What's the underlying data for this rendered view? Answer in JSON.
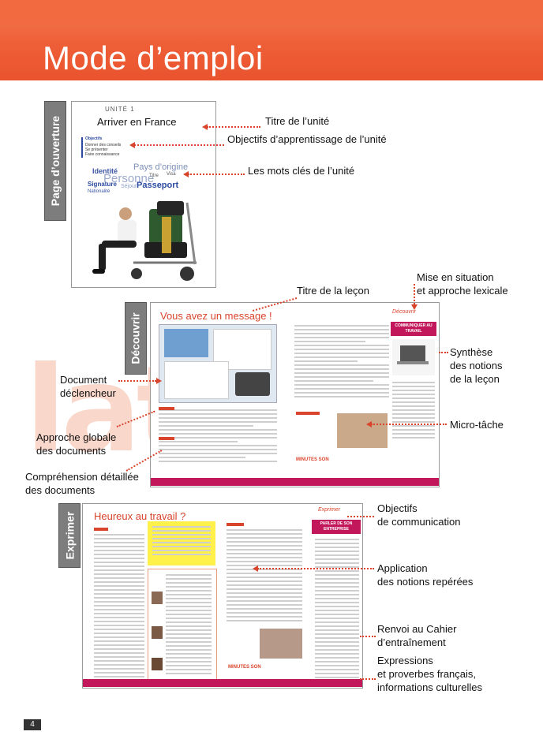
{
  "header": {
    "title": "Mode d’emploi"
  },
  "watermark": "latulo",
  "sections": [
    {
      "tab": "Page d’ouverture"
    },
    {
      "tab": "Découvrir"
    },
    {
      "tab": "Exprimer"
    }
  ],
  "opening_page": {
    "unit_number": "UNITÉ 1",
    "unit_title": "Arriver en France",
    "objectives_heading": "Objectifs",
    "objectives": [
      "Donner des conseils",
      "Se présenter",
      "Faire connaissance"
    ],
    "keywords": [
      "Pays d’origine",
      "Identité",
      "Personne",
      "Visa",
      "Titre",
      "Passeport",
      "Signature",
      "Nationalité",
      "Séjour"
    ]
  },
  "discover_page": {
    "lesson_title": "Vous avez un message !",
    "section_name": "Découvrir",
    "box_title": "COMMUNIQUER AU TRAVAIL",
    "minutes_label": "MINUTES SON"
  },
  "express_page": {
    "lesson_title": "Heureux au travail ?",
    "section_name": "Exprimer",
    "box_title": "PARLER DE SON ENTREPRISE",
    "minutes_label": "MINUTES SON"
  },
  "annotations": {
    "unit_title": "Titre de l’unité",
    "objectives": "Objectifs d’apprentissage de l’unité",
    "keywords": "Les mots clés de l’unité",
    "lesson_title": "Titre de la leçon",
    "situation": "Mise en situation\net approche lexicale",
    "synthesis": "Synthèse\ndes notions\nde la leçon",
    "trigger_doc": "Document\ndéclencheur",
    "micro_task": "Micro-tâche",
    "global_approach": "Approche globale\ndes documents",
    "detailed": "Compréhension détaillée\ndes documents",
    "comm_objectives": "Objectifs\nde communication",
    "application": "Application\ndes notions repérées",
    "workbook": "Renvoi au Cahier\nd’entraînement",
    "expressions": "Expressions\net proverbes français,\ninformations culturelles"
  },
  "page_number": "4",
  "colors": {
    "header": "#ee5f37",
    "accent_line": "#d9442c",
    "tab": "#7d7d7d",
    "pink": "#c2185b"
  }
}
